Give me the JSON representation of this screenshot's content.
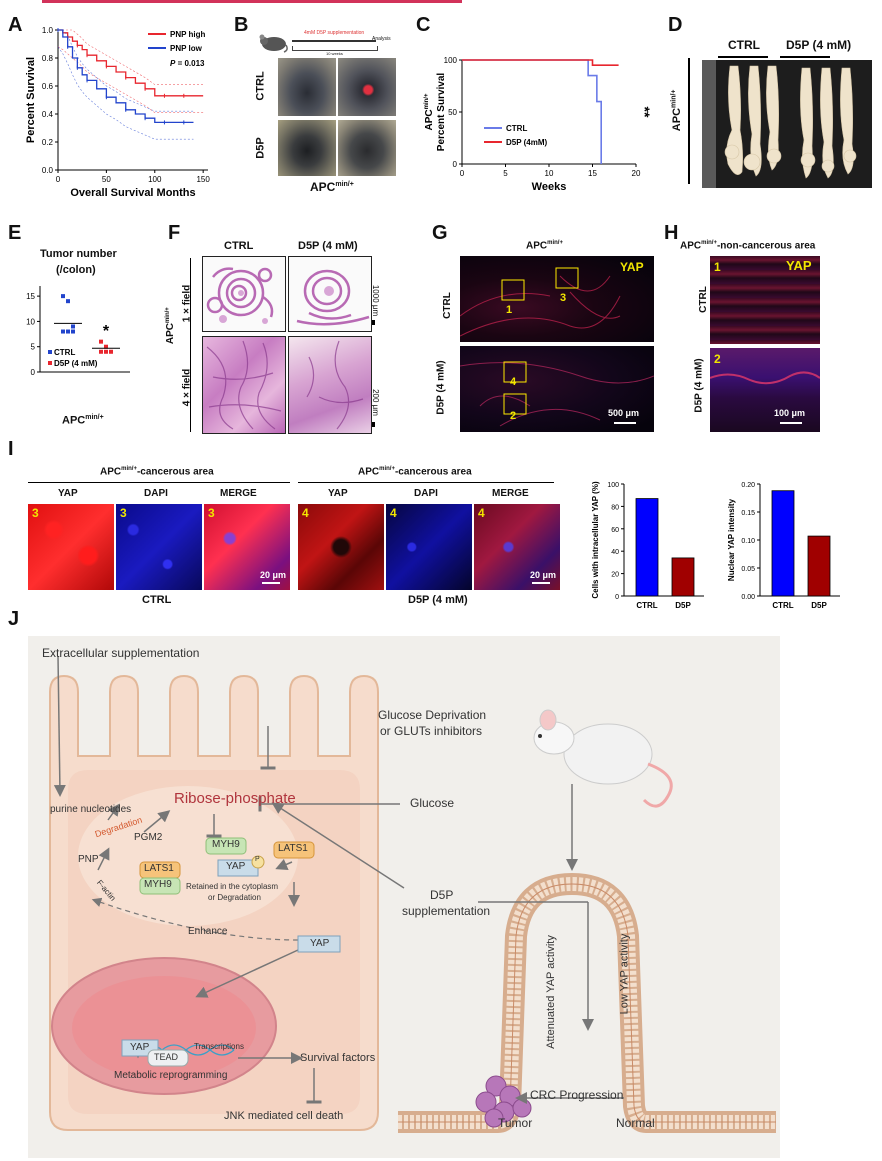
{
  "header_link": "",
  "panel_letters": [
    "A",
    "B",
    "C",
    "D",
    "E",
    "F",
    "G",
    "H",
    "I",
    "J"
  ],
  "panelA": {
    "chart_data": {
      "type": "line",
      "title": "",
      "xlabel": "Overall Survival Months",
      "ylabel": "Percent Survival",
      "xticks": [
        "0",
        "50",
        "100",
        "150"
      ],
      "yticks": [
        "0.0",
        "0.2",
        "0.4",
        "0.6",
        "0.8",
        "1.0"
      ],
      "xlim": [
        0,
        155
      ],
      "ylim": [
        0,
        1
      ],
      "legend": [
        "PNP high",
        "PNP low"
      ],
      "annotation": "P = 0.013",
      "series": [
        {
          "name": "PNP high",
          "color": "#e8262e",
          "x": [
            0,
            5,
            10,
            15,
            20,
            25,
            30,
            40,
            50,
            60,
            70,
            80,
            90,
            100,
            110,
            120,
            130,
            150
          ],
          "y": [
            1.0,
            0.98,
            0.95,
            0.92,
            0.89,
            0.86,
            0.82,
            0.78,
            0.74,
            0.7,
            0.66,
            0.62,
            0.58,
            0.53,
            0.53,
            0.53,
            0.53,
            0.53
          ]
        },
        {
          "name": "PNP low",
          "color": "#2244cc",
          "x": [
            0,
            5,
            10,
            15,
            20,
            25,
            30,
            40,
            50,
            60,
            70,
            80,
            90,
            100,
            110,
            120,
            130,
            140
          ],
          "y": [
            1.0,
            0.95,
            0.88,
            0.8,
            0.73,
            0.68,
            0.64,
            0.58,
            0.52,
            0.48,
            0.43,
            0.4,
            0.37,
            0.34,
            0.34,
            0.34,
            0.34,
            0.34
          ]
        }
      ]
    }
  },
  "panelB": {
    "protocol": "4mM D5P supplementation",
    "analysis": "Analysis",
    "weeks": "10 weeks",
    "row_ctrl": "CTRL",
    "row_d5p": "D5P",
    "footer": "APC",
    "footer_sup": "min/+"
  },
  "panelC": {
    "chart_data": {
      "type": "line",
      "xlabel": "Weeks",
      "ylabel_line1": "APC",
      "ylabel_sup": "min/+",
      "ylabel_line2": "Percent Survival",
      "xticks": [
        "0",
        "5",
        "10",
        "15",
        "20"
      ],
      "yticks": [
        "0",
        "50",
        "100"
      ],
      "xlim": [
        0,
        20
      ],
      "ylim": [
        0,
        100
      ],
      "significance": "**",
      "series": [
        {
          "name": "CTRL",
          "color": "#6a7be8",
          "x": [
            0,
            14.5,
            14.5,
            15.5,
            15.5,
            16,
            16
          ],
          "y": [
            100,
            100,
            85,
            85,
            60,
            60,
            0
          ]
        },
        {
          "name": "D5P (4mM)",
          "color": "#e8262e",
          "x": [
            0,
            15,
            15,
            18
          ],
          "y": [
            100,
            100,
            95,
            95
          ]
        }
      ]
    }
  },
  "panelD": {
    "ctrl": "CTRL",
    "d5p": "D5P (4 mM)",
    "side": "APC",
    "side_sup": "min/+"
  },
  "panelE": {
    "title_line1": "Tumor number",
    "title_line2": "(/colon)",
    "xlabel": "APC",
    "xlabel_sup": "min/+",
    "significance": "*",
    "chart_data": {
      "type": "scatter",
      "yticks": [
        "0",
        "5",
        "10",
        "15"
      ],
      "ylim": [
        0,
        17
      ],
      "series": [
        {
          "name": "CTRL",
          "color": "#2244cc",
          "values": [
            15,
            14,
            9,
            8,
            8,
            8
          ]
        },
        {
          "name": "D5P (4 mM)",
          "color": "#e8262e",
          "values": [
            6,
            5,
            4,
            4,
            4
          ]
        }
      ],
      "means": [
        9.6,
        4.7
      ]
    }
  },
  "panelF": {
    "col1": "CTRL",
    "col2": "D5P (4 mM)",
    "row1": "1 × field",
    "row2": "4 × field",
    "side": "APC",
    "side_sup": "min/+",
    "scale1": "1000 μm",
    "scale2": "200 μm"
  },
  "panelG": {
    "title": "APC",
    "title_sup": "min/+",
    "marker": "YAP",
    "row1": "CTRL",
    "row2": "D5P (4 mM)",
    "scale": "500 μm",
    "boxes": [
      "1",
      "3",
      "4",
      "2"
    ]
  },
  "panelH": {
    "title": "APC",
    "title_sup": "min/+",
    "title_rest": "-non-cancerous area",
    "marker": "YAP",
    "row1": "CTRL",
    "row2": "D5P (4 mM)",
    "n1": "1",
    "n2": "2",
    "scale": "100 μm"
  },
  "panelI": {
    "group1_title": "APC",
    "group1_sup": "min/+",
    "group1_rest": "-cancerous area",
    "group2_title": "APC",
    "group2_sup": "min/+",
    "group2_rest": "-cancerous area",
    "cols": [
      "YAP",
      "DAPI",
      "MERGE"
    ],
    "n_ctrl": "3",
    "n_d5p": "4",
    "scale": "20 μm",
    "footer1": "CTRL",
    "footer2": "D5P (4 mM)",
    "chart1": {
      "type": "bar",
      "ylabel": "Cells with intracellular YAP (%)",
      "categories": [
        "CTRL",
        "D5P"
      ],
      "values": [
        87,
        34
      ],
      "colors": [
        "#0000ff",
        "#a00000"
      ],
      "yticks": [
        "0",
        "20",
        "40",
        "60",
        "80",
        "100"
      ],
      "ylim": [
        0,
        100
      ]
    },
    "chart2": {
      "type": "bar",
      "ylabel": "Nuclear YAP intensity",
      "categories": [
        "CTRL",
        "D5P"
      ],
      "values": [
        0.188,
        0.107
      ],
      "colors": [
        "#0000ff",
        "#a00000"
      ],
      "yticks": [
        "0.00",
        "0.05",
        "0.10",
        "0.15",
        "0.20"
      ],
      "ylim": [
        0,
        0.2
      ]
    }
  },
  "panelJ": {
    "extracellular": "Extracellular supplementation",
    "glucose_dep_1": "Glucose Deprivation",
    "glucose_dep_2": "or GLUTs inhibitors",
    "glucose": "Glucose",
    "ribose": "Ribose-phosphate",
    "purine": "purine nucleotides",
    "degradation": "Degradation",
    "pgm2": "PGM2",
    "pnp": "PNP",
    "myh9": "MYH9",
    "lats1": "LATS1",
    "lats1_b": "LATS1",
    "myh9_b": "MYH9",
    "yap": "YAP",
    "p": "P",
    "retained_1": "Retained in the cytoplasm",
    "retained_2": "or Degradation",
    "factin": "F-actin",
    "enhance": "Enhance",
    "yap2": "YAP",
    "yap3": "YAP",
    "tead": "TEAD",
    "transcriptions": "Transcriptions",
    "survival": "Survival factors",
    "metabolic": "Metabolic reprogramming",
    "jnk": "JNK mediated cell death",
    "d5p_1": "D5P",
    "d5p_2": "supplementation",
    "attenuated": "Attenuated YAP activity",
    "low": "Low YAP activity",
    "crc": "CRC Progression",
    "tumor": "Tumor",
    "normal": "Normal"
  }
}
